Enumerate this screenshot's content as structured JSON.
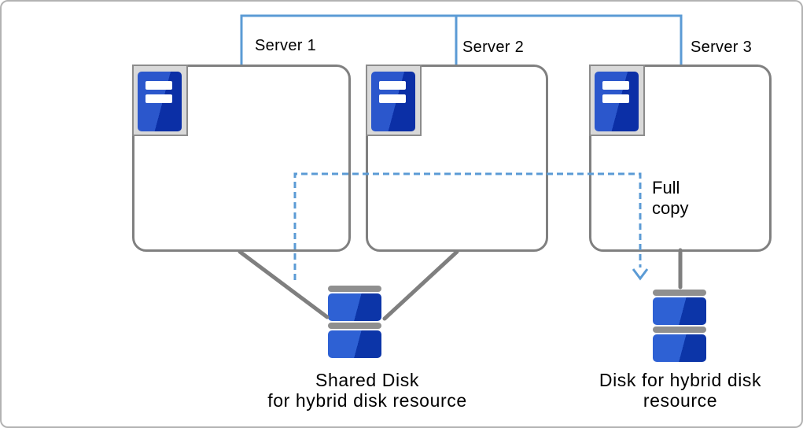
{
  "colors": {
    "connector_blue": "#5B9BD5",
    "line_gray": "#7F7F7F",
    "box_border_gray": "#808080",
    "icon_frame_gray": "#D9D9D9",
    "server_blue_light": "#2B57CC",
    "server_blue_dark": "#0B2FA6",
    "disk_blue_light": "#2E61D4",
    "disk_blue_dark": "#0C35A8",
    "disk_cap_gray": "#8F8F8F",
    "text_black": "#000000"
  },
  "servers": [
    {
      "label": "Server 1"
    },
    {
      "label": "Server 2"
    },
    {
      "label": "Server 3"
    }
  ],
  "annotations": {
    "full_copy": "Full copy"
  },
  "disks": {
    "shared": {
      "label": "Shared Disk\nfor hybrid disk resource"
    },
    "hybrid": {
      "label": "Disk for hybrid disk\nresource"
    }
  },
  "icons": {
    "server": "server-icon",
    "disk": "disk-icon"
  }
}
